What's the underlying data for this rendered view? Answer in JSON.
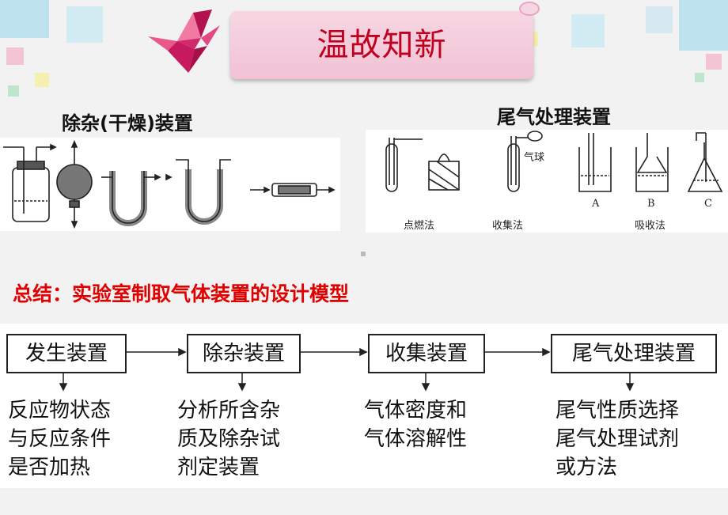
{
  "banner": {
    "title": "温故知新"
  },
  "sections": {
    "purify_title": "除杂(干燥)装置",
    "tailgas_title": "尾气处理装置"
  },
  "tailgas_labels": {
    "balloon": "气球",
    "ignite": "点燃法",
    "collect": "收集法",
    "absorb": "吸收法",
    "a": "A",
    "b": "B",
    "c": "C"
  },
  "summary": {
    "title": "总结：实验室制取气体装置的设计模型"
  },
  "flow": {
    "steps": [
      {
        "label": "发生装置",
        "lines": [
          "反应物状态",
          "与反应条件",
          "是否加热"
        ]
      },
      {
        "label": "除杂装置",
        "lines": [
          "分析所含杂",
          "质及除杂试",
          "剂定装置"
        ]
      },
      {
        "label": "收集装置",
        "lines": [
          "气体密度和",
          "气体溶解性"
        ]
      },
      {
        "label": "尾气处理装置",
        "lines": [
          "尾气性质选择",
          "尾气处理试剂",
          "或方法"
        ]
      }
    ]
  },
  "colors": {
    "accent": "#e00000",
    "banner_text": "#c0001f",
    "banner_bg": "#f3c9d9"
  }
}
